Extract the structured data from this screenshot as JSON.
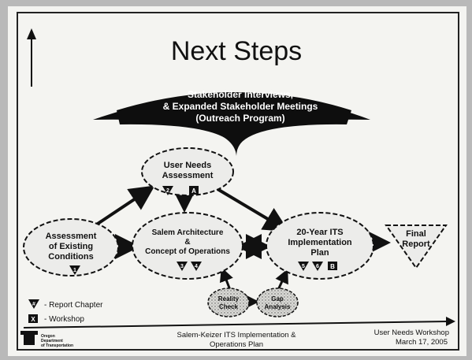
{
  "slide": {
    "title": "Next Steps",
    "banner": {
      "line1": "Stakeholder Interviews,",
      "line2": "& Expanded Stakeholder Meetings",
      "line3": "(Outreach Program)"
    },
    "nodes": {
      "user_needs": {
        "line1": "User Needs",
        "line2": "Assessment",
        "chapter": "2",
        "workshop": "A"
      },
      "existing_conditions": {
        "line1": "Assessment",
        "line2": "of Existing",
        "line3": "Conditions",
        "chapter": "1"
      },
      "architecture": {
        "line1": "Salem Architecture",
        "line2": "&",
        "line3": "Concept of Operations",
        "chapters": [
          "3",
          "4"
        ]
      },
      "implementation_plan": {
        "line1": "20-Year ITS",
        "line2": "Implementation",
        "line3": "Plan",
        "chapters": [
          "5",
          "6"
        ],
        "workshop": "B"
      },
      "final_report": {
        "line1": "Final",
        "line2": "Report"
      },
      "reality_check": {
        "line1": "Reality",
        "line2": "Check"
      },
      "gap_analysis": {
        "line1": "Gap",
        "line2": "Analysis"
      }
    },
    "legend": {
      "chapter_label": "- Report Chapter",
      "workshop_label": "- Workshop",
      "chapter_symbol": "#",
      "workshop_symbol": "X"
    },
    "footer": {
      "org_line1": "Oregon",
      "org_line2": "Department",
      "org_line3": "of Transportation",
      "plan_line1": "Salem-Keizer ITS Implementation &",
      "plan_line2": "Operations Plan",
      "event_line1": "User Needs Workshop",
      "event_line2": "March 17, 2005"
    },
    "colors": {
      "background": "#b9b9b9",
      "slide": "#f4f4f1",
      "ink": "#111111",
      "banner": "#0e0e0e",
      "node_fill": "#ececea"
    }
  }
}
